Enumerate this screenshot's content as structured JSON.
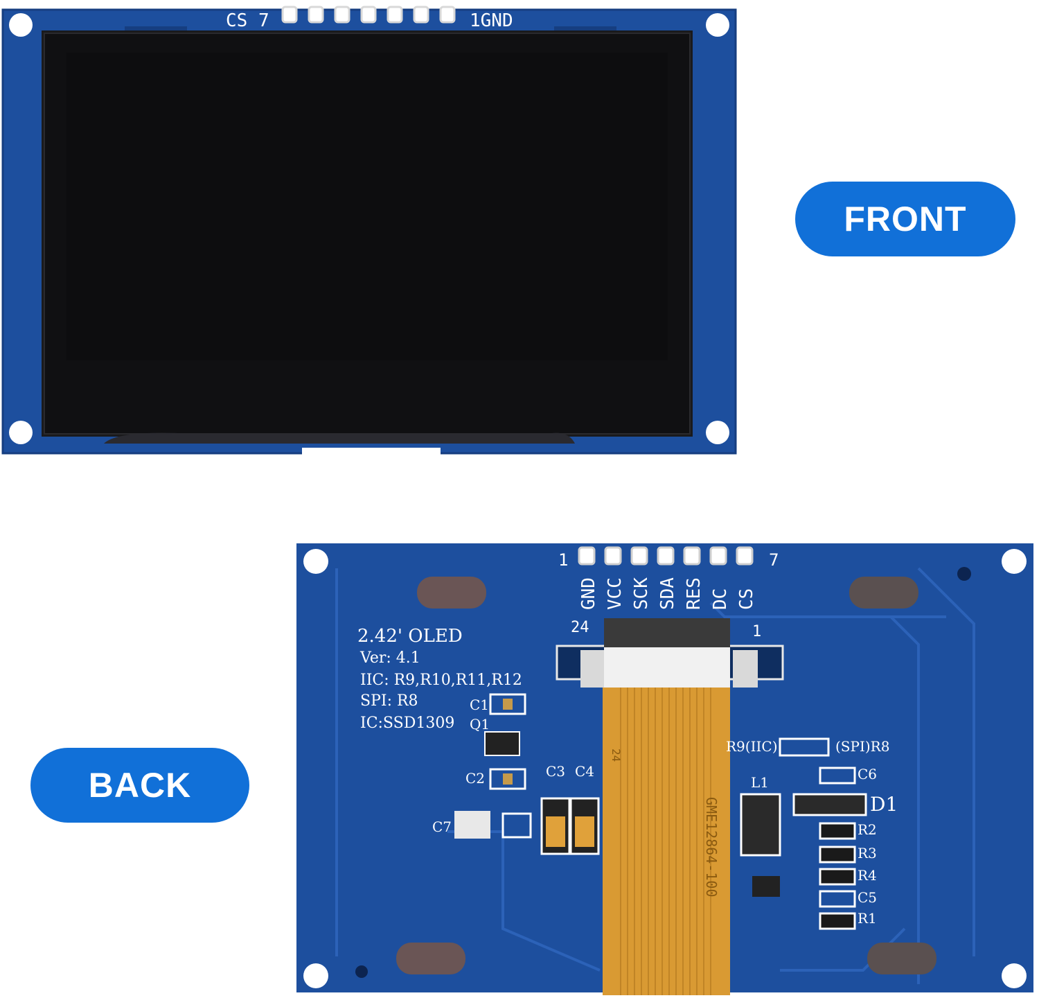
{
  "labels": {
    "front": "FRONT",
    "back": "BACK"
  },
  "front_board": {
    "pin_left": "CS 7",
    "pin_right": "1GND"
  },
  "back_board": {
    "pin_number_left": "1",
    "pin_number_right": "7",
    "pins": [
      "GND",
      "VCC",
      "SCK",
      "SDA",
      "RES",
      "DC",
      "CS"
    ],
    "fpc_left": "24",
    "fpc_right": "1",
    "silkscreen": [
      "2.42' OLED",
      "Ver: 4.1",
      "IIC: R9,R10,R11,R12",
      "SPI: R8",
      "IC:SSD1309"
    ],
    "components": {
      "c1": "C1",
      "q1": "Q1",
      "c2": "C2",
      "c3": "C3",
      "c4": "C4",
      "c7": "C7",
      "l1": "L1",
      "d1": "D1",
      "c6": "C6",
      "r2": "R2",
      "r3": "R3",
      "r4": "R4",
      "c5": "C5",
      "r1": "R1",
      "r9_iic": "R9(IIC)",
      "r8_spi": "(SPI)R8"
    },
    "flex_label": "GME12864-100",
    "flex_pin": "24"
  },
  "colors": {
    "label_blue": "#1170d8",
    "pcb_blue": "#1d4f9e",
    "screen_black": "#0d0d0f",
    "flex_amber": "#d99a33"
  }
}
